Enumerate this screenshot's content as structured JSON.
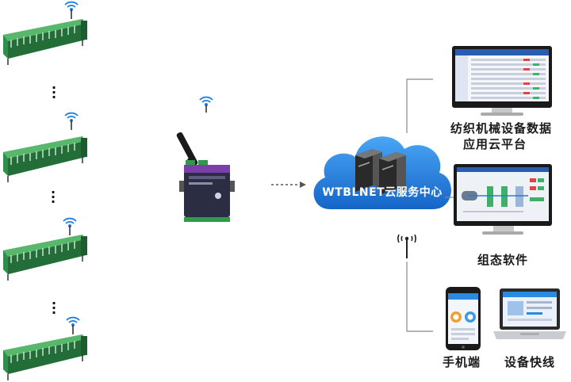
{
  "cloud": {
    "label": "WTBLNET云服务中心"
  },
  "platform": {
    "line1": "纺织机械设备数据",
    "line2": "应用云平台"
  },
  "scada": {
    "label": "组态软件"
  },
  "mobile": {
    "label": "手机端"
  },
  "pc_client": {
    "label": "设备快线"
  },
  "colors": {
    "machine_green": "#2f8f4a",
    "cloud_blue": "#1f7fe0",
    "router_dark": "#2b2d42",
    "connector_line": "#888888"
  }
}
